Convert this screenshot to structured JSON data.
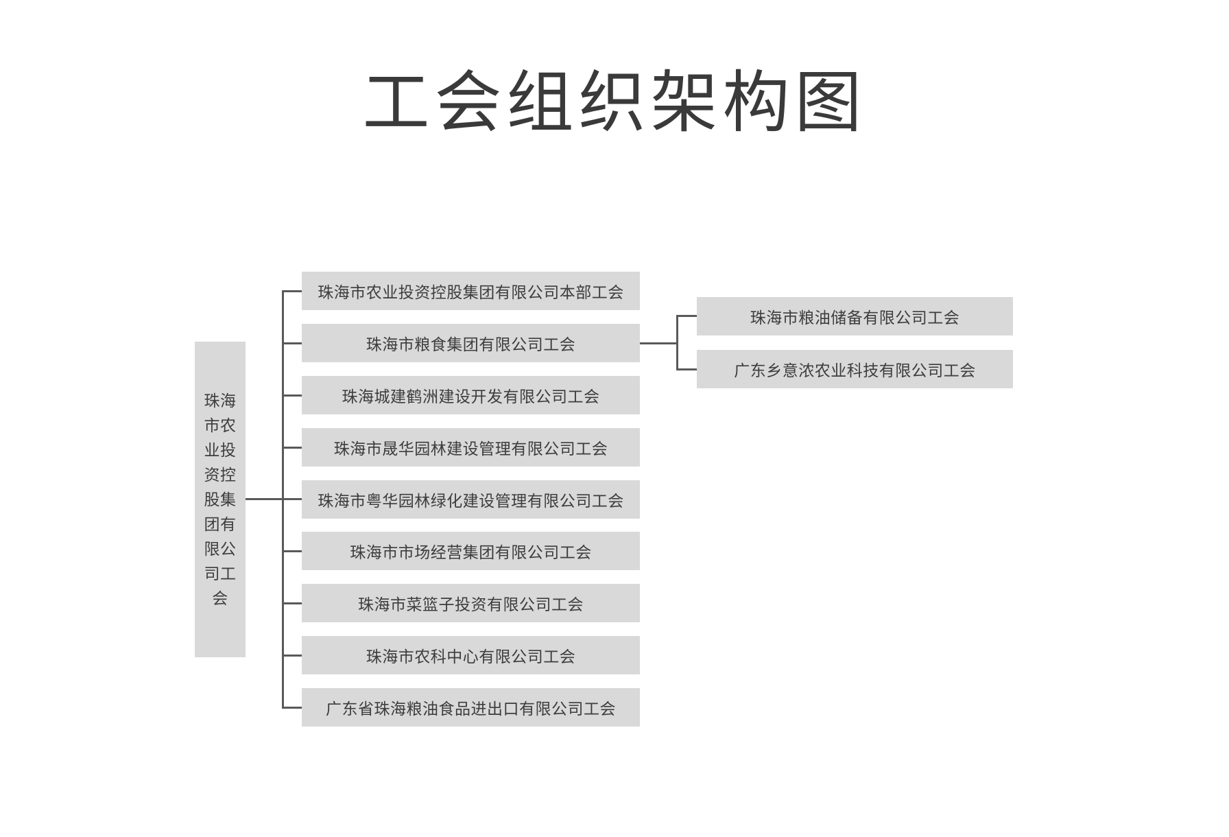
{
  "title": "工会组织架构图",
  "colors": {
    "background": "#ffffff",
    "box_fill": "#d9d9d9",
    "box_text": "#3d3d3d",
    "connector_line": "#595959",
    "title_text": "#3a3a3a"
  },
  "org_tree": {
    "root": {
      "label": "珠海市农业投资控股集团有限公司工会"
    },
    "children": [
      {
        "label": "珠海市农业投资控股集团有限公司本部工会"
      },
      {
        "label": "珠海市粮食集团有限公司工会",
        "children": [
          {
            "label": "珠海市粮油储备有限公司工会"
          },
          {
            "label": "广东乡意浓农业科技有限公司工会"
          }
        ]
      },
      {
        "label": "珠海城建鹤洲建设开发有限公司工会"
      },
      {
        "label": "珠海市晟华园林建设管理有限公司工会"
      },
      {
        "label": "珠海市粤华园林绿化建设管理有限公司工会"
      },
      {
        "label": "珠海市市场经营集团有限公司工会"
      },
      {
        "label": "珠海市菜篮子投资有限公司工会"
      },
      {
        "label": "珠海市农科中心有限公司工会"
      },
      {
        "label": "广东省珠海粮油食品进出口有限公司工会"
      }
    ]
  }
}
